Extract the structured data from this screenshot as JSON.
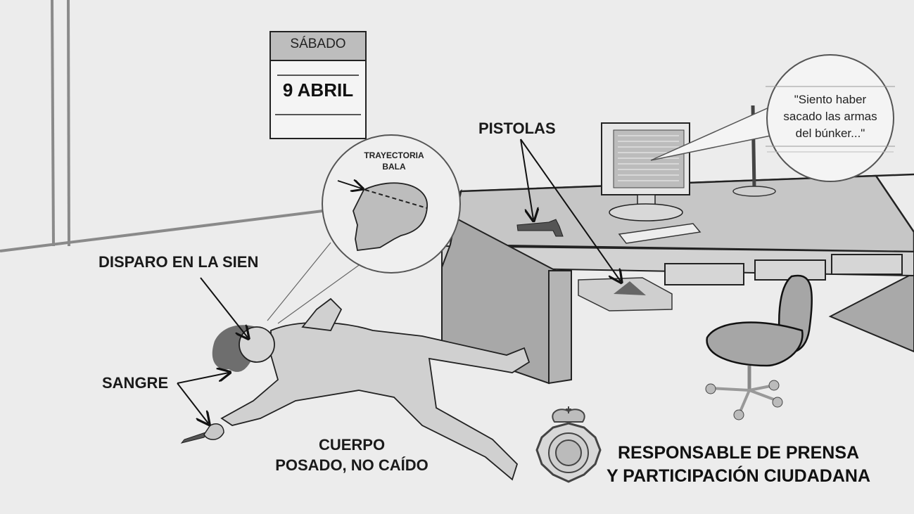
{
  "calendar": {
    "day": "SÁBADO",
    "date": "9 ABRIL"
  },
  "skull_inset": {
    "title_line1": "TRAYECTORIA",
    "title_line2": "BALA"
  },
  "speech_bubble": {
    "line1": "\"Siento haber",
    "line2": "sacado las armas",
    "line3": "del búnker...\""
  },
  "annotations": {
    "pistols": "PISTOLAS",
    "temple_shot": "DISPARO EN LA SIEN",
    "blood": "SANGRE",
    "body_line1": "CUERPO",
    "body_line2": "POSADO, NO CAÍDO"
  },
  "footer": {
    "line1": "RESPONSABLE DE PRENSA",
    "line2": "Y PARTICIPACIÓN CIUDADANA"
  },
  "colors": {
    "background": "#ececec",
    "wall_line": "#8a8a8a",
    "desk_top": "#c4c4c4",
    "desk_side": "#a8a8a8",
    "blood": "#6e6e6e",
    "ink": "#1a1a1a"
  }
}
